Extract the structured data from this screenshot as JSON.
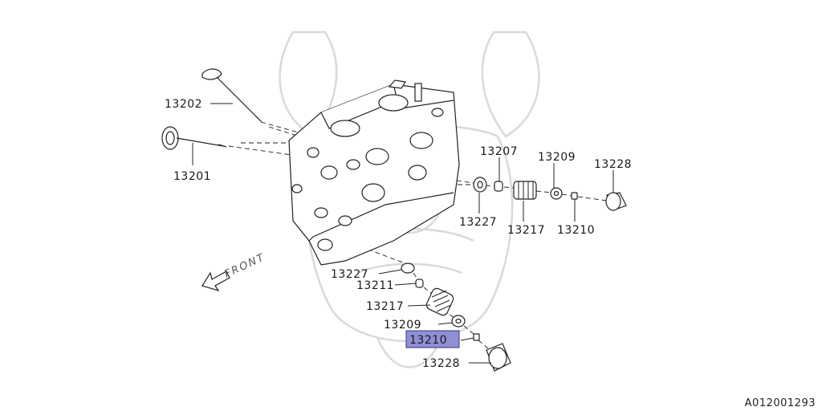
{
  "diagram": {
    "parts": [
      {
        "id": "p13202",
        "label": "13202"
      },
      {
        "id": "p13201",
        "label": "13201"
      },
      {
        "id": "p13207",
        "label": "13207"
      },
      {
        "id": "p13209a",
        "label": "13209"
      },
      {
        "id": "p13228a",
        "label": "13228"
      },
      {
        "id": "p13227a",
        "label": "13227"
      },
      {
        "id": "p13217a",
        "label": "13217"
      },
      {
        "id": "p13210a",
        "label": "13210"
      },
      {
        "id": "p13227b",
        "label": "13227"
      },
      {
        "id": "p13211",
        "label": "13211"
      },
      {
        "id": "p13217b",
        "label": "13217"
      },
      {
        "id": "p13209b",
        "label": "13209"
      },
      {
        "id": "p13210b",
        "label": "13210"
      },
      {
        "id": "p13228b",
        "label": "13228"
      }
    ],
    "highlighted_part": "13210",
    "highlight_color": "#8f8fd6",
    "front_label": "FRONT",
    "diagram_code": "A012001293"
  }
}
